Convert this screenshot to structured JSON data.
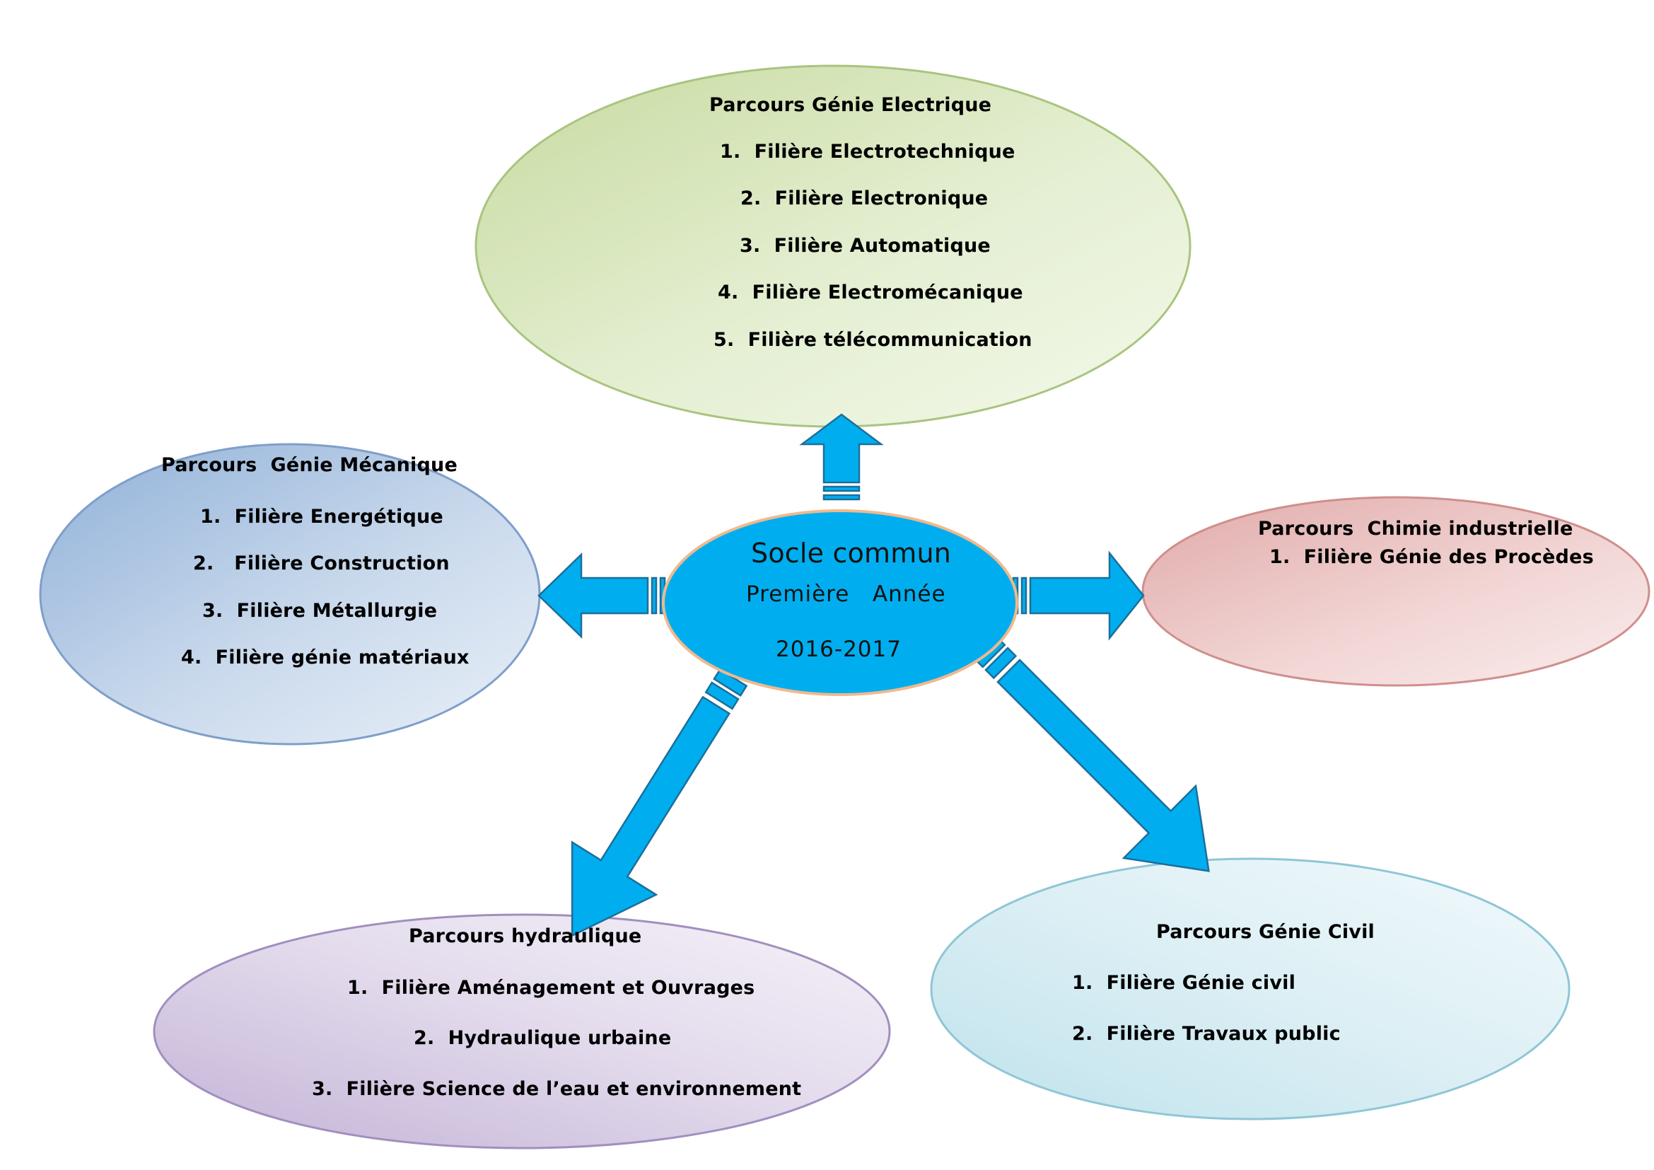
{
  "center": {
    "title": "Socle commun",
    "subtitle": "Première   Année",
    "year": "2016-2017"
  },
  "electrique": {
    "title": "Parcours Génie Electrique",
    "items": [
      "1.  Filière Electrotechnique",
      "2.  Filière Electronique",
      "3.  Filière Automatique",
      "4.  Filière Electromécanique",
      "5.  Filière télécommunication"
    ]
  },
  "mecanique": {
    "title": "Parcours  Génie Mécanique",
    "items": [
      "1.  Filière Energétique",
      "2.   Filière Construction",
      "3.  Filière Métallurgie",
      "4.  Filière génie matériaux"
    ]
  },
  "chimie": {
    "title": "Parcours  Chimie industrielle",
    "items": [
      "1.  Filière Génie des Procèdes"
    ]
  },
  "hydraulique": {
    "title": "Parcours hydraulique",
    "items": [
      "1.  Filière Aménagement et Ouvrages",
      "2.  Hydraulique urbaine",
      "3.  Filière Science de l’eau et environnement"
    ]
  },
  "civil": {
    "title": "Parcours Génie Civil",
    "items": [
      "1.  Filière Génie civil",
      "2.  Filière Travaux public"
    ]
  },
  "colors": {
    "arrow": "#00aeef",
    "center_fill": "#00aeef",
    "center_border": "#f4b183",
    "electrique": "#c3d69b",
    "mecanique": "#95b3d7",
    "chimie": "#e6b9b8",
    "hydraulique": "#b3a2c7",
    "civil": "#b7dde8"
  }
}
